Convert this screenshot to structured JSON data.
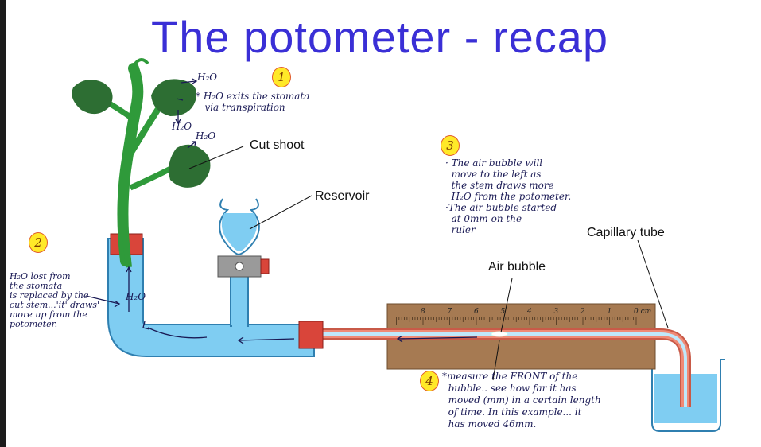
{
  "title": "The potometer - recap",
  "labels": {
    "cut_shoot": "Cut shoot",
    "reservoir": "Reservoir",
    "capillary_tube": "Capillary tube",
    "air_bubble": "Air bubble"
  },
  "badges": [
    "1",
    "2",
    "3",
    "4"
  ],
  "annotations": {
    "leaf_top": "H₂O",
    "exits": "* H₂O exits the stomata\n   via transpiration",
    "leaf_mid": "H₂O",
    "leaf_lower": "H₂O",
    "stem": "H₂O",
    "note2": "H₂O lost from\nthe stomata\nis replaced by the\ncut stem...'it' draws'\nmore up from the\npotometer.",
    "note3": "· The air bubble will\n  move to the left as\n  the stem draws more\n  H₂O from the potometer.\n·The air bubble started\n  at 0mm on the\n  ruler",
    "note4": "*measure the FRONT of the\n  bubble.. see how far it has\n  moved (mm) in a certain length\n  of time. In this example... it\n  has moved 46mm."
  },
  "ruler": {
    "tick_labels": [
      "8",
      "7",
      "6",
      "5",
      "4",
      "3",
      "2",
      "1",
      "0 cm"
    ]
  },
  "colors": {
    "water": "#7fcdf2",
    "water_stroke": "#2f7fb0",
    "ruler": "#a67a52",
    "stem": "#2f9a3a",
    "tube": "#f08a76",
    "title": "#3a2fd6"
  }
}
